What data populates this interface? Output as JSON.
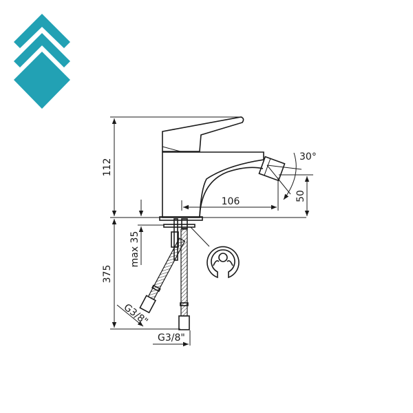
{
  "logo": {
    "name": "brand-logo",
    "color": "#22a1b4",
    "shapes": [
      "chevron-top",
      "chevron-middle",
      "diamond-bottom"
    ]
  },
  "drawing": {
    "title": "Bidet mixer technical drawing",
    "line_color": "#1a1a1a",
    "dimensions": {
      "height_body": "112",
      "reach": "106",
      "spray_angle": "30°",
      "outlet_height": "50",
      "max_deck_thickness": "max 35",
      "hose_length": "375",
      "connection_angled": "G3/8\"",
      "connection_straight": "G3/8\""
    }
  }
}
